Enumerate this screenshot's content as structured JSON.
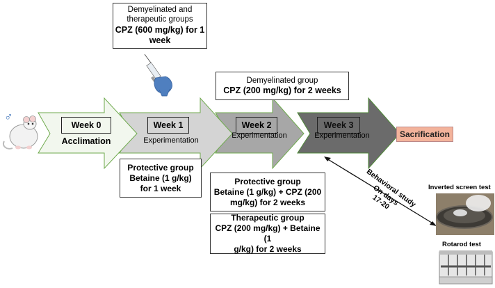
{
  "symbols": {
    "male": "♂"
  },
  "colors": {
    "arrow0": "#f2f7ee",
    "arrow1": "#d4d4d4",
    "arrow2": "#a7a7a7",
    "arrow3": "#6b6b6b",
    "arrow_border": "#6faa4e",
    "sacrification": "#f3b39b",
    "glove": "#4f7fbf"
  },
  "top_box": {
    "line1": "Demyelinated and",
    "line2": "therapeutic groups",
    "line3": "CPZ (600 mg/kg) for 1",
    "line4": "week"
  },
  "demyelinated_box": {
    "line1": "Demyelinated group",
    "line2": "CPZ (200 mg/kg) for 2 weeks"
  },
  "weeks": [
    {
      "title": "Week 0",
      "phase": "Acclimation"
    },
    {
      "title": "Week 1",
      "phase": "Experimentation"
    },
    {
      "title": "Week 2",
      "phase": "Experimentation"
    },
    {
      "title": "Week 3",
      "phase": "Experimentation"
    }
  ],
  "sacrification": "Sacrification",
  "protective_box": {
    "line1": "Protective group",
    "line2": "Betaine (1 g/kg)",
    "line3": "for 1 week"
  },
  "protective_box2": {
    "line1": "Protective group",
    "line2": "Betaine (1 g/kg) + CPZ (200",
    "line3": "mg/kg) for 2 weeks"
  },
  "therapeutic_box": {
    "line1": "Therapeutic group",
    "line2": "CPZ (200 mg/kg) + Betaine (1",
    "line3": "g/kg) for 2 weeks"
  },
  "behavioral": {
    "line1": "Behavioral study",
    "line2": "On days",
    "line3": "17-20"
  },
  "tests": {
    "inverted": "Inverted screen test",
    "rotarod": "Rotarod test"
  }
}
